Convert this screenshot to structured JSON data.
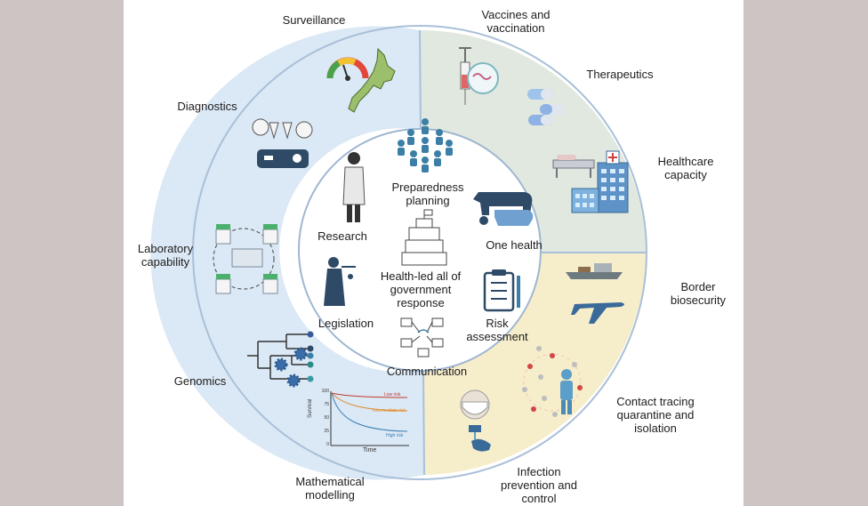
{
  "outer_sectors": {
    "surveillance": "Surveillance",
    "vaccines": "Vaccines and\nvaccination",
    "therapeutics": "Therapeutics",
    "healthcare_capacity": "Healthcare\ncapacity",
    "border_biosecurity": "Border\nbiosecurity",
    "contact_tracing": "Contact tracing\nquarantine and\nisolation",
    "infection_prevention": "Infection\nprevention and\ncontrol",
    "mathematical_modelling": "Mathematical\nmodelling",
    "genomics": "Genomics",
    "laboratory_capability": "Laboratory\ncapability",
    "diagnostics": "Diagnostics"
  },
  "inner_items": {
    "preparedness": "Preparedness\nplanning",
    "research": "Research",
    "one_health": "One health",
    "center": "Health-led all of\ngovernment\nresponse",
    "legislation": "Legislation",
    "risk_assessment": "Risk\nassessment",
    "communication": "Communication"
  },
  "survival_chart": {
    "xlabel": "Time",
    "ylabel": "Survival",
    "ticks": [
      "100",
      "75",
      "50",
      "25",
      "0"
    ],
    "series": [
      "Low risk",
      "Intermediate risk",
      "High risk"
    ]
  },
  "colors": {
    "background": "#cdc4c4",
    "panel": "#ffffff",
    "blue_sector": "#dbe8f5",
    "green_sector": "#e1e8df",
    "yellow_sector": "#f6edcb",
    "ring_border": "#9fb6d1",
    "icon_dark": "#2f4a66",
    "icon_teal": "#3b7fa6"
  }
}
